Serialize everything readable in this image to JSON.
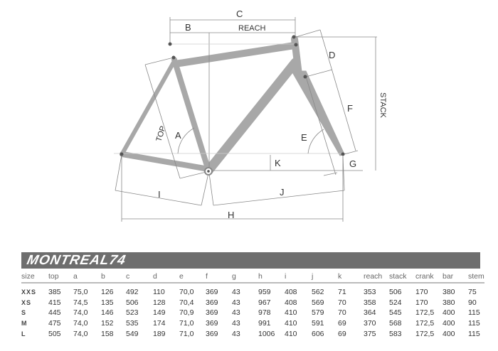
{
  "diagram": {
    "labels": {
      "A": "A",
      "B": "B",
      "C": "C",
      "D": "D",
      "E": "E",
      "F": "F",
      "G": "G",
      "H": "H",
      "I": "I",
      "J": "J",
      "K": "K",
      "reach": "REACH",
      "stack": "STACK",
      "top": "TOP"
    },
    "frame_color": "#a8a8a8"
  },
  "table": {
    "title": "MONTREAL74",
    "columns": [
      "size",
      "top",
      "a",
      "b",
      "c",
      "d",
      "e",
      "f",
      "g",
      "h",
      "i",
      "j",
      "k",
      "reach",
      "stack",
      "crank",
      "bar",
      "stem"
    ],
    "rows": [
      [
        "XXS",
        "385",
        "75,0",
        "126",
        "492",
        "110",
        "70,0",
        "369",
        "43",
        "959",
        "408",
        "562",
        "71",
        "353",
        "506",
        "170",
        "380",
        "75"
      ],
      [
        "XS",
        "415",
        "74,5",
        "135",
        "506",
        "128",
        "70,4",
        "369",
        "43",
        "967",
        "408",
        "569",
        "70",
        "358",
        "524",
        "170",
        "380",
        "90"
      ],
      [
        "S",
        "445",
        "74,0",
        "146",
        "523",
        "149",
        "70,9",
        "369",
        "43",
        "978",
        "410",
        "579",
        "70",
        "364",
        "545",
        "172,5",
        "400",
        "115"
      ],
      [
        "M",
        "475",
        "74,0",
        "152",
        "535",
        "174",
        "71,0",
        "369",
        "43",
        "991",
        "410",
        "591",
        "69",
        "370",
        "568",
        "172,5",
        "400",
        "115"
      ],
      [
        "L",
        "505",
        "74,0",
        "158",
        "549",
        "189",
        "71,0",
        "369",
        "43",
        "1006",
        "410",
        "606",
        "69",
        "375",
        "583",
        "172,5",
        "400",
        "115"
      ]
    ]
  }
}
